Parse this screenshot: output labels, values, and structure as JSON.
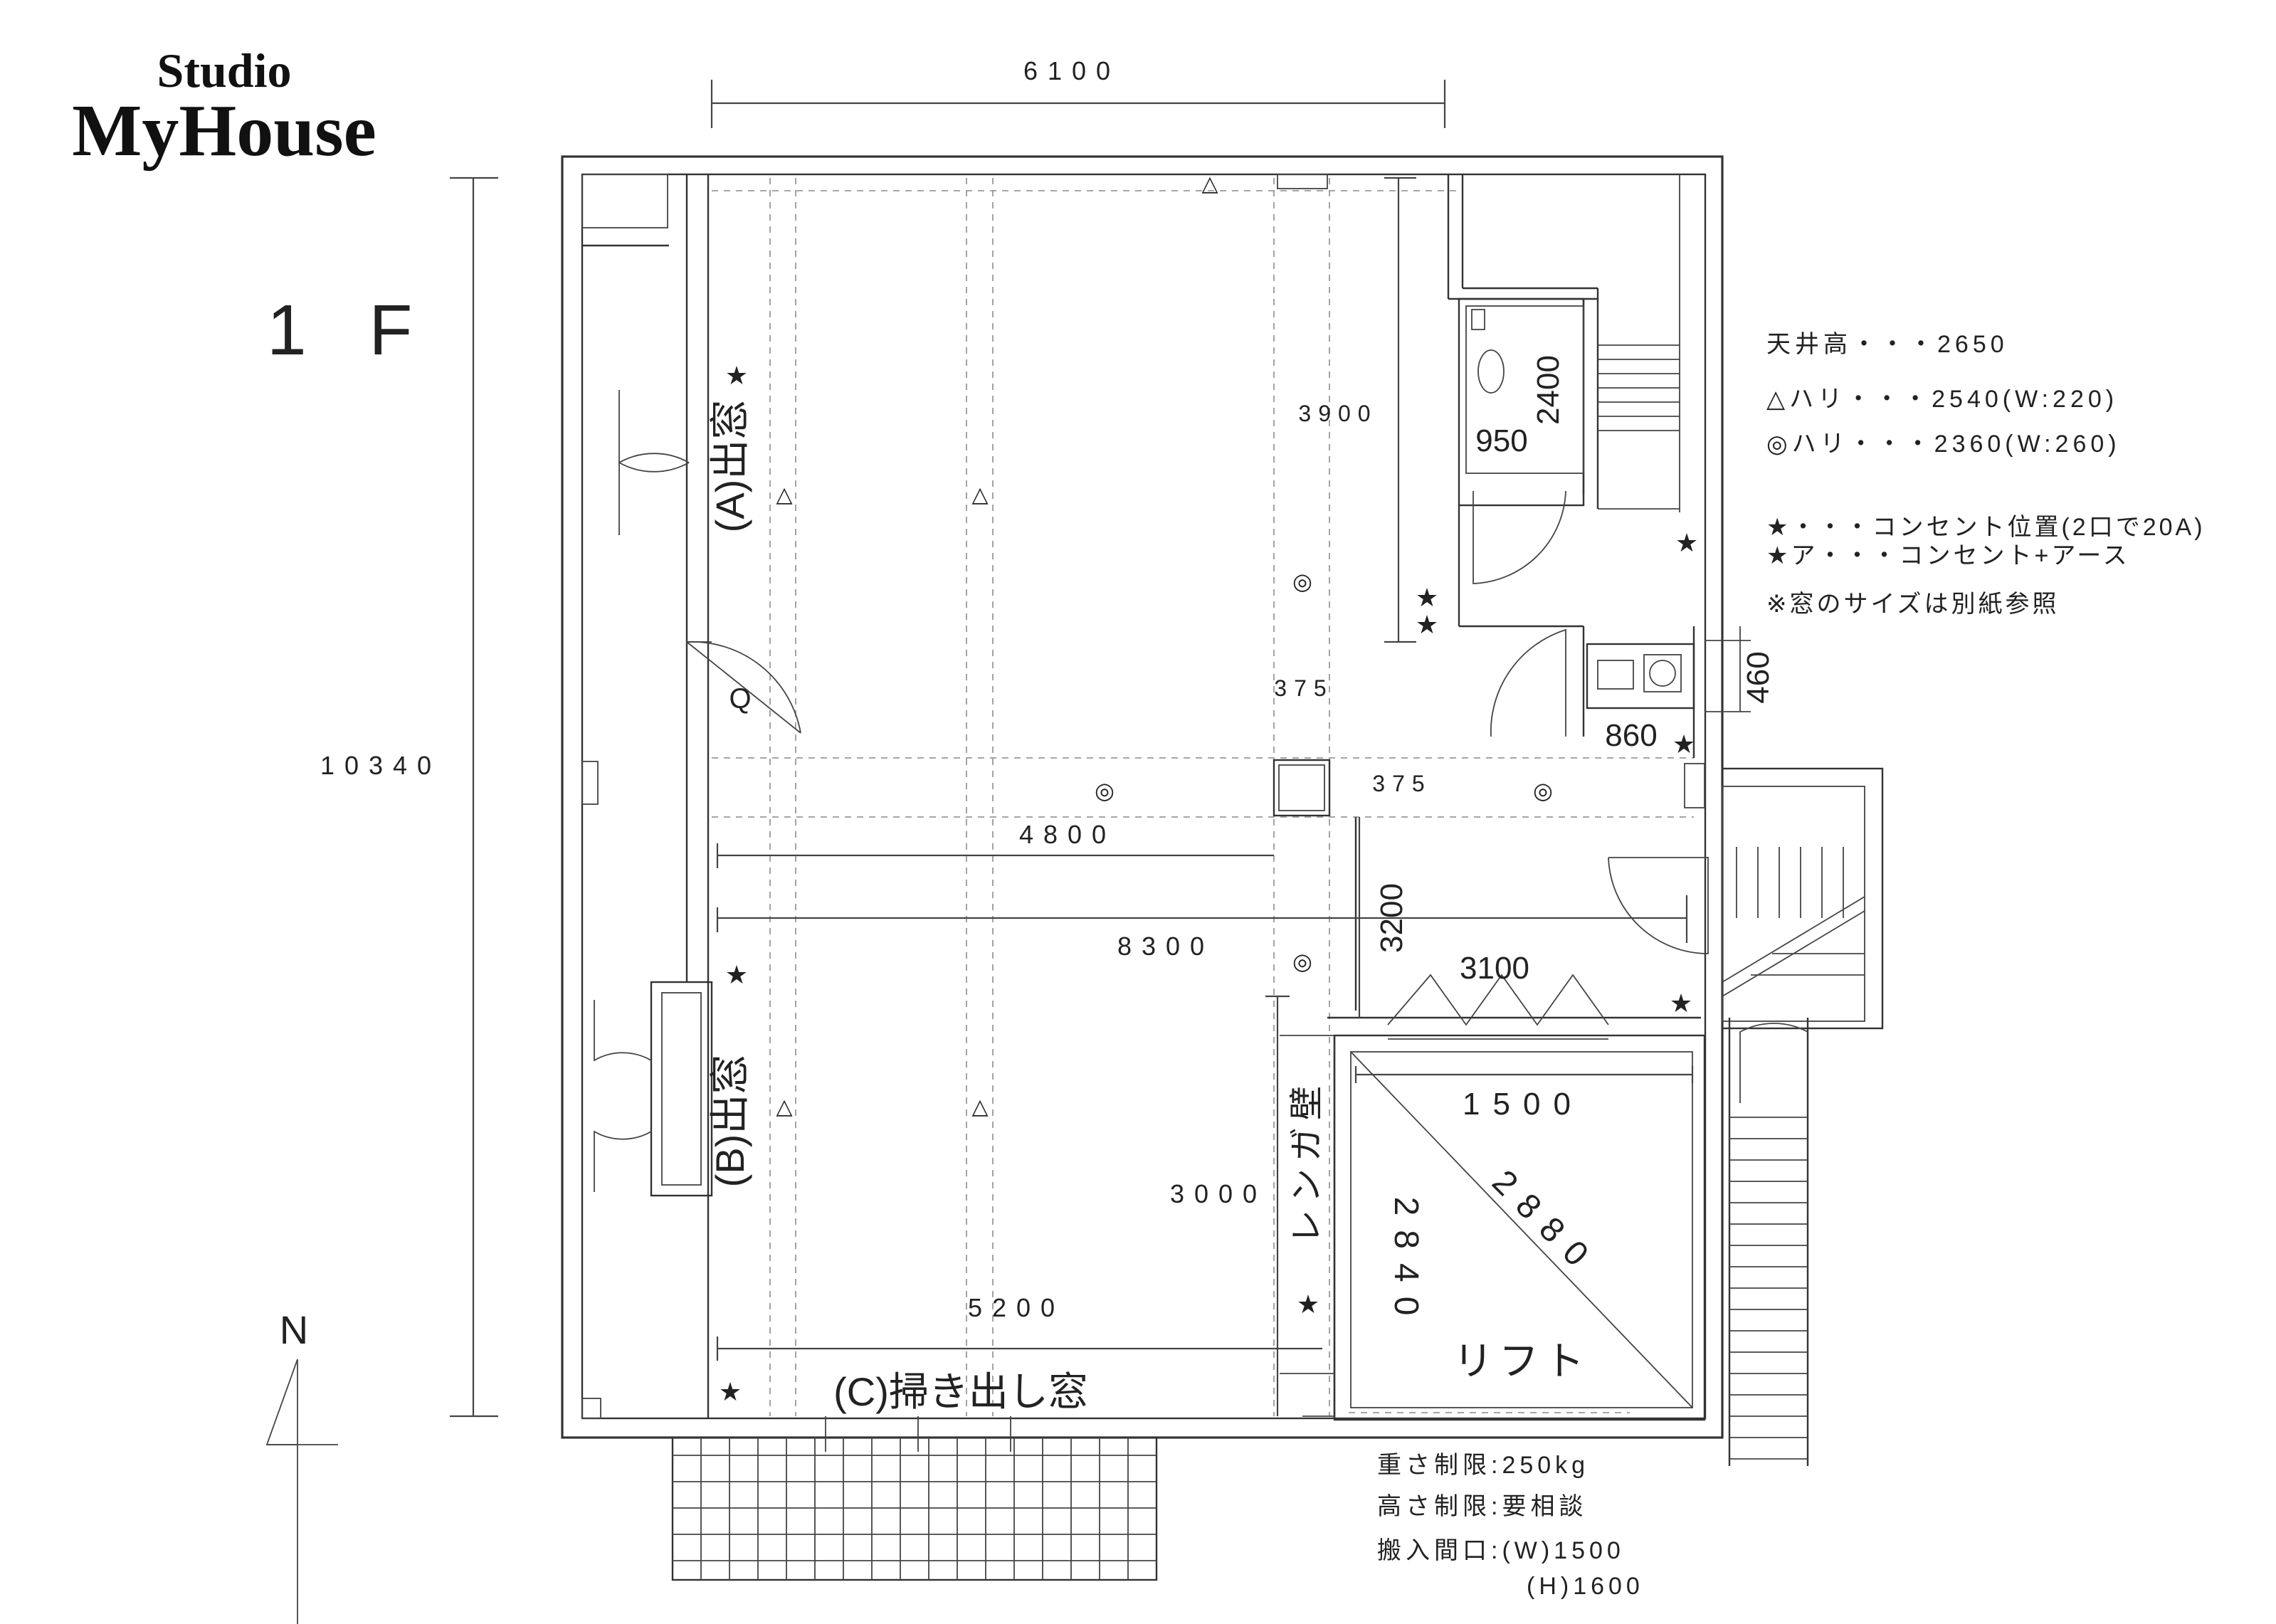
{
  "logo": {
    "line1": "Studio",
    "line2": "MyHouse"
  },
  "floor_label": "1 F",
  "dimensions": {
    "top_width": "6100",
    "left_height": "10340",
    "d3900": "3900",
    "d375_top": "375",
    "d375_mid": "375",
    "d4800": "4800",
    "d8300": "8300",
    "d3200": "3200",
    "d3100": "3100",
    "d3000": "3000",
    "d5200": "5200",
    "d1500": "1500",
    "d2880": "2880",
    "d2840": "2840",
    "d2400": "2400",
    "d950": "950",
    "d460": "460",
    "d860": "860"
  },
  "labels": {
    "window_a": "(A)出窓",
    "window_b": "(B)出窓",
    "window_c": "(C)掃き出し窓",
    "brick_wall": "レンガ壁",
    "lift": "リフト",
    "q_mark": "Q",
    "north": "N"
  },
  "symbols": {
    "outlet_star": "★",
    "beam_triangle": "△",
    "beam_circle": "◎"
  },
  "legend": {
    "ceiling": "天井高・・・2650",
    "beam_tri": "△ハリ・・・2540(W:220)",
    "beam_circ": "◎ハリ・・・2360(W:260)",
    "outlet": "★・・・コンセント位置(2口で20A)",
    "outlet_earth": "★ア・・・コンセント+アース",
    "window_note": "※窓のサイズは別紙参照"
  },
  "lift_info": {
    "weight": "重さ制限:250kg",
    "height": "高さ制限:要相談",
    "opening_w": "搬入間口:(W)1500",
    "opening_h": "(H)1600"
  }
}
